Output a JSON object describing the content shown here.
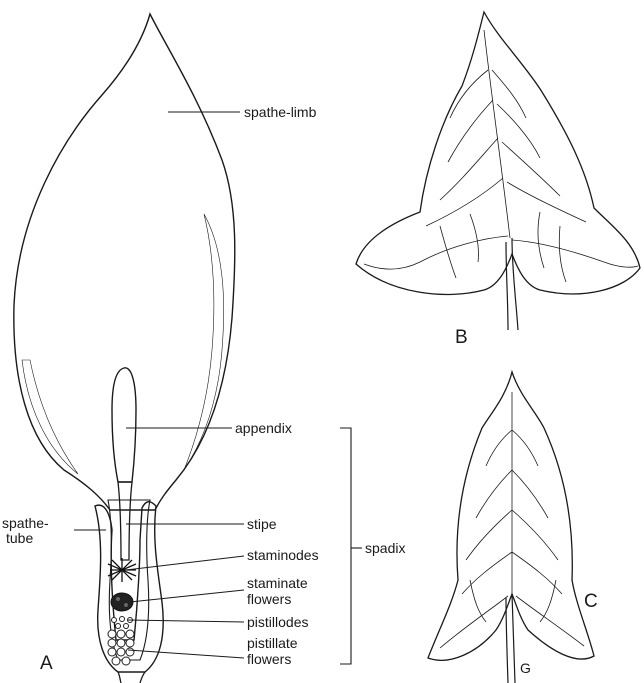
{
  "panels": {
    "a": "A",
    "b": "B",
    "c": "C",
    "c_stem_mark": "G"
  },
  "labels": {
    "spathe_limb": "spathe-limb",
    "appendix": "appendix",
    "spathe_tube_1": "spathe-",
    "spathe_tube_2": "tube",
    "stipe": "stipe",
    "staminodes": "staminodes",
    "spadix": "spadix",
    "staminate_1": "staminate",
    "staminate_2": "flowers",
    "pistillodes": "pistillodes",
    "pistillate_1": "pistillate",
    "pistillate_2": "flowers"
  }
}
